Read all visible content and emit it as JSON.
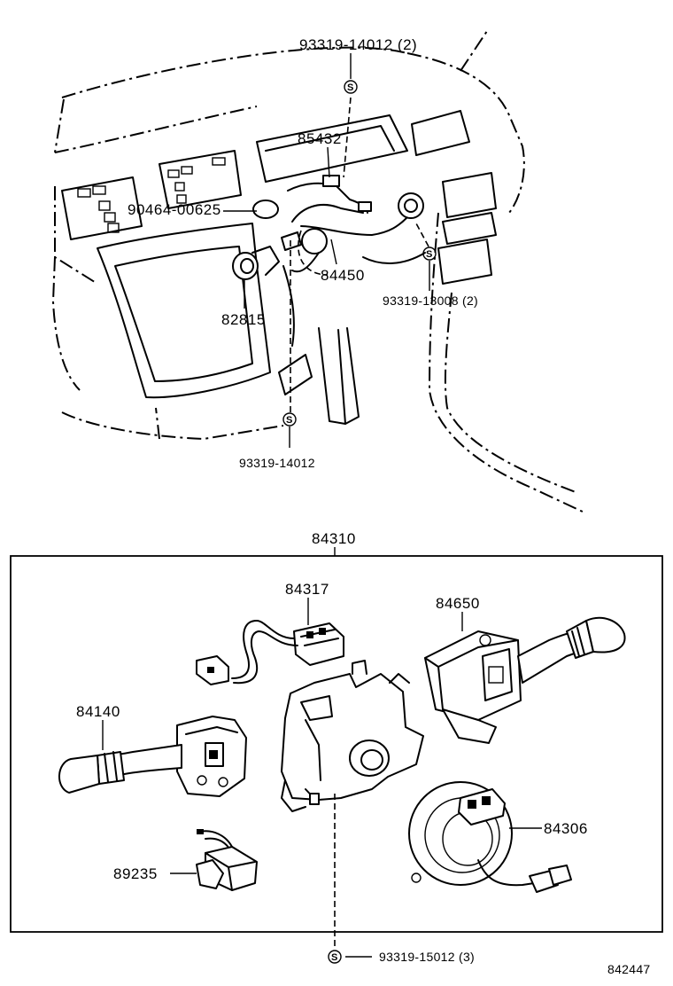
{
  "diagram_number": "842447",
  "top_view": {
    "labels": [
      {
        "id": "p93319_14012_2",
        "text": "93319-14012 (2)"
      },
      {
        "id": "p85432",
        "text": "85432"
      },
      {
        "id": "p90464_00625",
        "text": "90464-00625"
      },
      {
        "id": "p84450",
        "text": "84450"
      },
      {
        "id": "p93319_13008_2",
        "text": "93319-13008 (2)"
      },
      {
        "id": "p82815",
        "text": "82815"
      },
      {
        "id": "p93319_14012",
        "text": "93319-14012"
      }
    ],
    "screw_symbol": "S"
  },
  "assembly": {
    "title": "84310",
    "labels": [
      {
        "id": "p84317",
        "text": "84317"
      },
      {
        "id": "p84650",
        "text": "84650"
      },
      {
        "id": "p84140",
        "text": "84140"
      },
      {
        "id": "p84306",
        "text": "84306"
      },
      {
        "id": "p89235",
        "text": "89235"
      }
    ],
    "bottom_screw": "93319-15012 (3)",
    "screw_symbol": "S"
  }
}
